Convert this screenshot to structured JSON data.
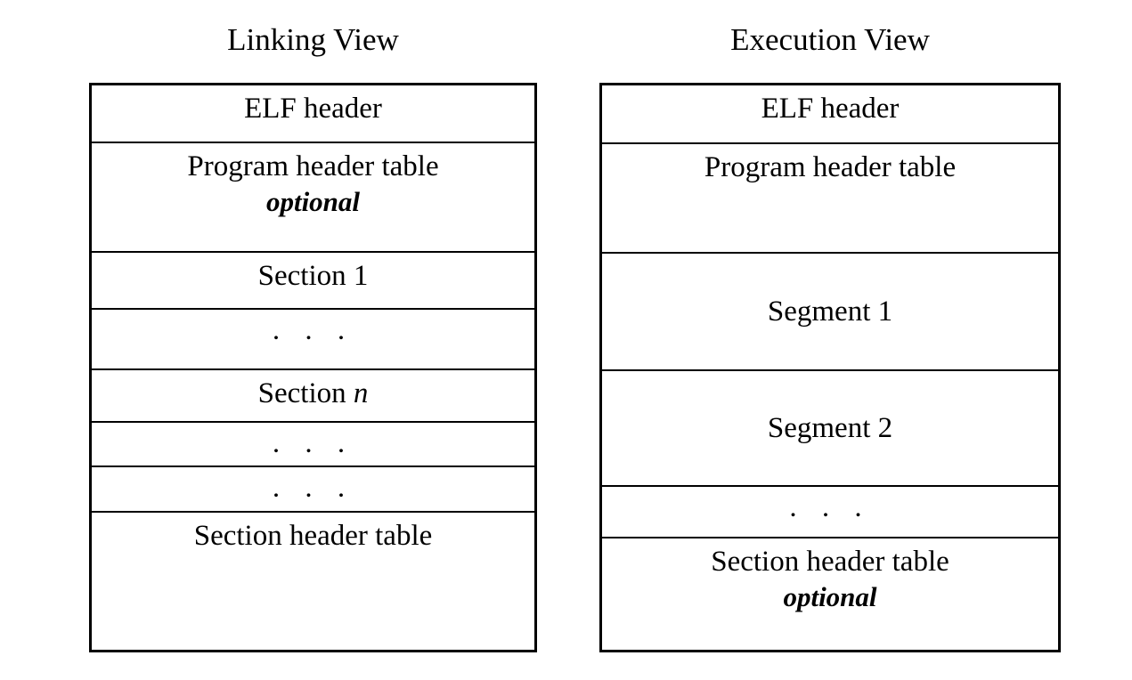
{
  "diagram": {
    "title_left": "Linking View",
    "title_right": "Execution View",
    "optional_label": "optional",
    "ellipsis": ". . ."
  },
  "linking_view": {
    "title": "Linking View",
    "rows": [
      {
        "label": "ELF header",
        "sub": "",
        "height": 65
      },
      {
        "label": "Program header table",
        "sub": "optional",
        "height": 123
      },
      {
        "label": "Section 1",
        "sub": "",
        "height": 64
      },
      {
        "label": ". . .",
        "sub": "",
        "height": 68
      },
      {
        "label": "Section n",
        "sub": "",
        "height": 59
      },
      {
        "label": ". . .",
        "sub": "",
        "height": 50
      },
      {
        "label": ". . .",
        "sub": "",
        "height": 51
      },
      {
        "label": "Section header table",
        "sub": "",
        "height": 160
      }
    ]
  },
  "execution_view": {
    "title": "Execution View",
    "rows": [
      {
        "label": "ELF header",
        "sub": "",
        "height": 66
      },
      {
        "label": "Program header table",
        "sub": "",
        "height": 123
      },
      {
        "label": "Segment 1",
        "sub": "",
        "height": 132
      },
      {
        "label": "Segment 2",
        "sub": "",
        "height": 130
      },
      {
        "label": ". . .",
        "sub": "",
        "height": 58
      },
      {
        "label": "Section header table",
        "sub": "optional",
        "height": 131
      }
    ]
  },
  "colors": {
    "border": "#000000",
    "text": "#000000",
    "background": "#ffffff"
  }
}
